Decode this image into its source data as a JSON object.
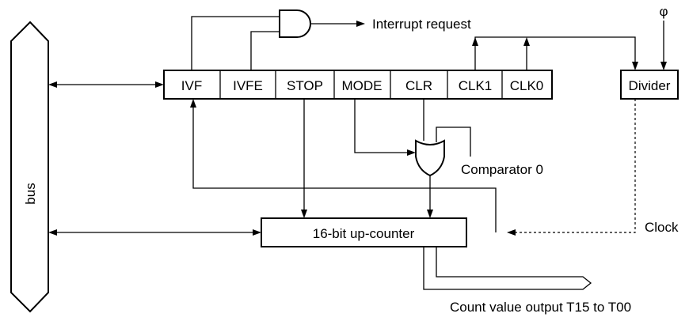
{
  "labels": {
    "bus": "bus",
    "phi": "φ",
    "interrupt": "Interrupt request",
    "divider": "Divider",
    "comparator": "Comparator 0",
    "clock": "Clock",
    "counter": "16-bit up-counter",
    "output": "Count value output T15 to T00"
  },
  "register": {
    "cells": [
      "IVF",
      "IVFE",
      "STOP",
      "MODE",
      "CLR",
      "CLK1",
      "CLK0"
    ]
  }
}
